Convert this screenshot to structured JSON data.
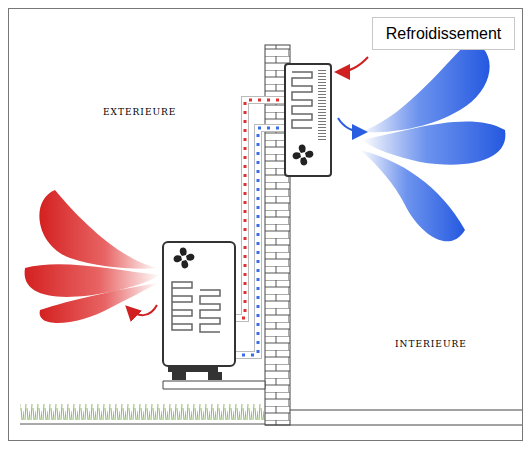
{
  "diagram": {
    "nodes": [
      {
        "text": [
          "Refroidissement"
        ]
      }
    ],
    "labels": [
      "EXTERIEURE",
      "INTERIEURE"
    ]
  }
}
